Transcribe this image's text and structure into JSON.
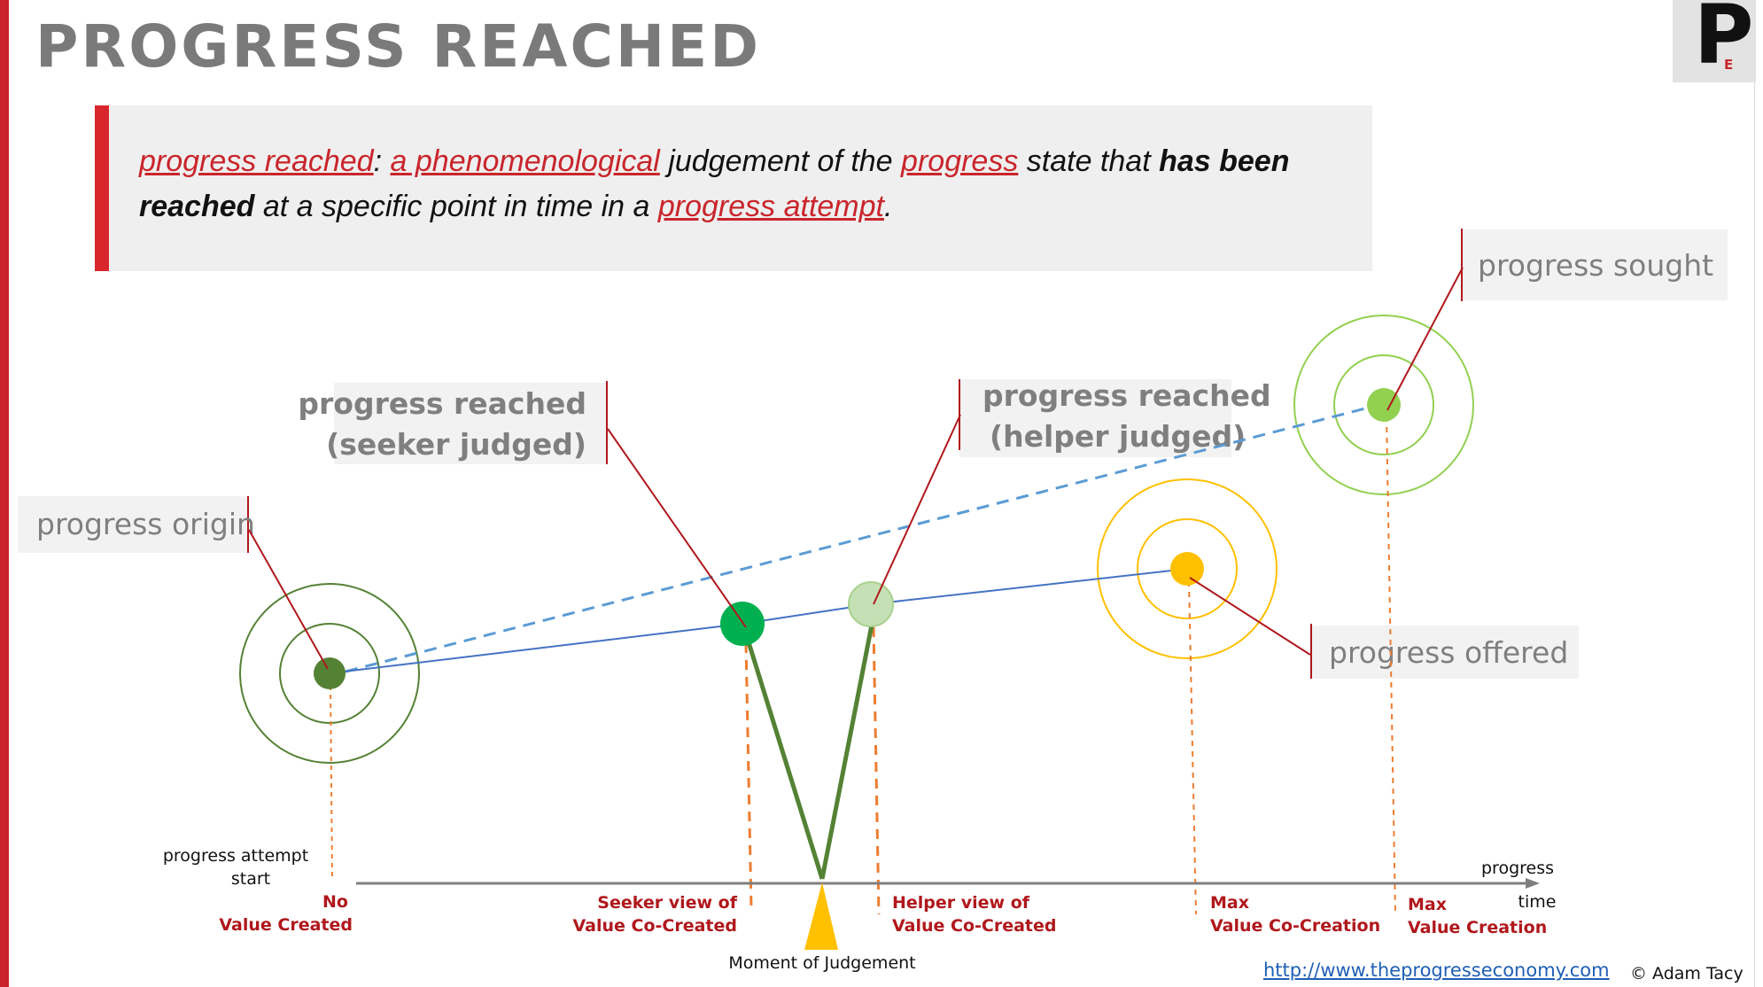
{
  "title": "PROGRESS REACHED",
  "logo": {
    "letter": "P",
    "sub": "E"
  },
  "definition": {
    "term": "progress reached",
    "sep": ": ",
    "link1": "a phenomenological",
    "mid1": " judgement of the ",
    "link2": "progress",
    "mid2": " state that ",
    "bold": "has been reached",
    "mid3": " at a specific point in time in a ",
    "link3": "progress attempt",
    "end": "."
  },
  "labels": {
    "origin": "progress origin",
    "seeker_line1": "progress reached",
    "seeker_line2": "(seeker judged)",
    "helper_line1": "progress reached",
    "helper_line2": "(helper judged)",
    "sought": "progress sought",
    "offered": "progress offered"
  },
  "axis": {
    "start_line1": "progress attempt",
    "start_line2": "start",
    "y_label": "progress",
    "x_label": "time",
    "moment": "Moment of Judgement"
  },
  "markers": {
    "no_value_1": "No",
    "no_value_2": "Value Created",
    "seeker_1": "Seeker view of",
    "seeker_2": "Value Co-Created",
    "helper_1": "Helper view of",
    "helper_2": "Value Co-Created",
    "max_co_1": "Max",
    "max_co_2": "Value Co-Creation",
    "max_cr_1": "Max",
    "max_cr_2": "Value Creation"
  },
  "footer": {
    "url": "http://www.theprogresseconomy.com",
    "copyright": "© Adam Tacy"
  },
  "colors": {
    "accent_red": "#c9252b",
    "dark_green": "#548235",
    "bright_green": "#00b050",
    "light_green": "#c5e0b4",
    "lime_green": "#92d050",
    "gold": "#ffc000",
    "orange_dash": "#ed7d31",
    "blue_line": "#4472c4",
    "blue_dash": "#5b9bd5"
  }
}
